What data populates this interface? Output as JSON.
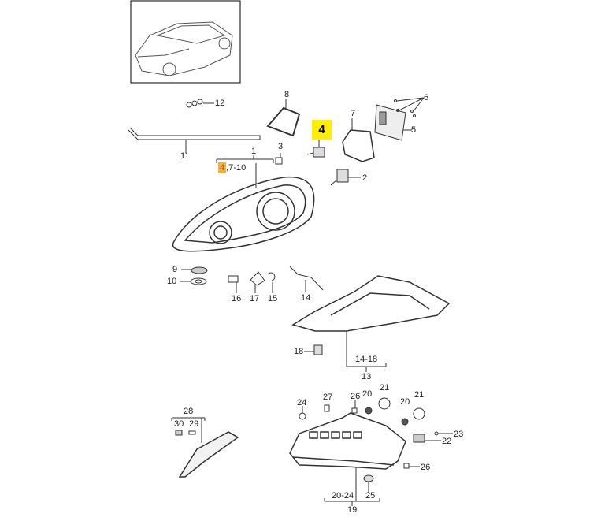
{
  "diagram": {
    "title_image": "vehicle-overview",
    "highlight_color": "#ffee00",
    "secondary_highlight_color": "#f5b041",
    "callouts": {
      "c1": "1",
      "c2": "2",
      "c3": "3",
      "c4": "4",
      "c5": "5",
      "c6": "6",
      "c7": "7",
      "c8": "8",
      "c9": "9",
      "c10": "10",
      "c11": "11",
      "c12": "12",
      "c13": "13",
      "c14": "14",
      "c14_18": "14-18",
      "c15": "15",
      "c16": "16",
      "c17": "17",
      "c18": "18",
      "c19": "19",
      "c20a": "20",
      "c20b": "20",
      "c20_24": "20-24",
      "c21a": "21",
      "c21b": "21",
      "c22": "22",
      "c23": "23",
      "c24": "24",
      "c25": "25",
      "c26a": "26",
      "c26b": "26",
      "c27": "27",
      "c28": "28",
      "c29": "29",
      "c30": "30",
      "group_1_highlight": "4",
      "group_1_rest": ",7-10"
    }
  }
}
